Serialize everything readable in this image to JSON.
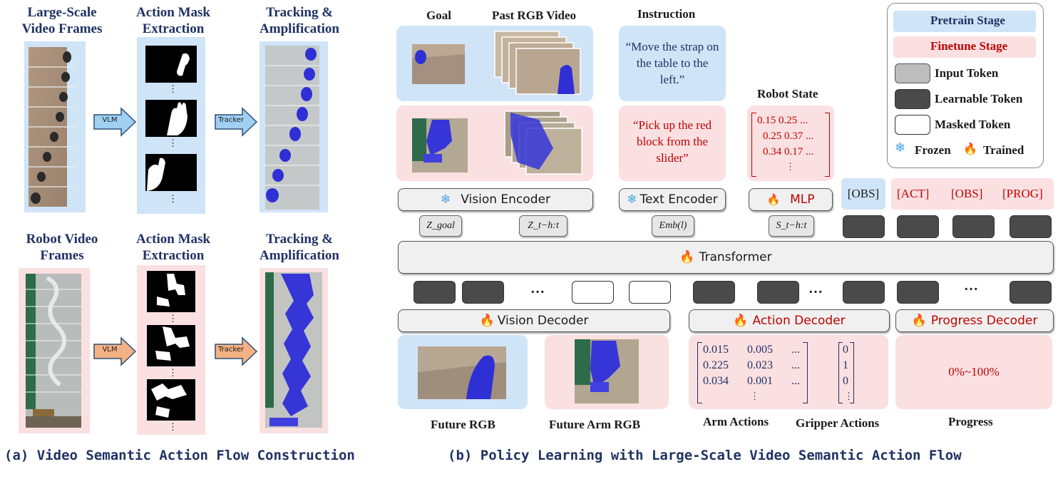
{
  "panel_a": {
    "caption": "(a) Video Semantic Action Flow Construction",
    "top": {
      "col1_title": "Large-Scale Video Frames",
      "col2_title": "Action Mask Extraction",
      "col3_title": "Tracking & Amplification",
      "arrow1_label": "VLM",
      "arrow2_label": "Tracker"
    },
    "bottom": {
      "col1_title": "Robot Video Frames",
      "col2_title": "Action Mask Extraction",
      "col3_title": "Tracking & Amplification",
      "arrow1_label": "VLM",
      "arrow2_label": "Tracker"
    },
    "vdots": "⋮"
  },
  "panel_b": {
    "caption": "(b) Policy Learning with Large-Scale Video Semantic Action Flow",
    "goal_label": "Goal",
    "past_video_label": "Past RGB Video",
    "instruction_label": "Instruction",
    "instruction_pretrain": "“Move the strap on the table to the left.”",
    "instruction_finetune": "“Pick up the red block from the slider”",
    "robot_state_label": "Robot State",
    "robot_state_rows": [
      "0.15 0.25 ...",
      "0.25 0.37 ...",
      "0.34 0.17 ...",
      "⋮"
    ],
    "vision_encoder": "Vision Encoder",
    "text_encoder": "Text Encoder",
    "mlp": "MLP",
    "z_goal": "Z_goal",
    "z_past": "Z_t−h:t",
    "emb": "Emb(l)",
    "s_state": "S_t−h:t",
    "obs_token": "[OBS]",
    "act_token": "[ACT]",
    "obs_token2": "[OBS]",
    "prog_token": "[PROG]",
    "transformer": "Transformer",
    "vision_decoder": "Vision Decoder",
    "action_decoder": "Action Decoder",
    "progress_decoder": "Progress Decoder",
    "ellipsis": "…",
    "arm_matrix": [
      [
        "0.015",
        "0.005",
        "..."
      ],
      [
        "0.225",
        "0.023",
        "..."
      ],
      [
        "0.034",
        "0.001",
        "..."
      ],
      [
        "⋮",
        "",
        ""
      ]
    ],
    "gripper_vector": [
      "0",
      "1",
      "0",
      "⋮"
    ],
    "progress_value": "0%~100%",
    "future_rgb_label": "Future RGB",
    "future_arm_label": "Future Arm RGB",
    "arm_actions_label": "Arm Actions",
    "gripper_actions_label": "Gripper Actions",
    "progress_label": "Progress"
  },
  "legend": {
    "pretrain": "Pretrain Stage",
    "finetune": "Finetune Stage",
    "input_token": "Input Token",
    "learnable_token": "Learnable Token",
    "masked_token": "Masked Token",
    "frozen": "Frozen",
    "trained": "Trained"
  },
  "colors": {
    "pretrain_bg": "#cfe4f7",
    "finetune_bg": "#fbe0e1",
    "navy": "#1f3264",
    "red": "#c00000",
    "flow_blue": "#2f2fd6"
  },
  "icons": {
    "snowflake": "❄",
    "fire": "🔥"
  }
}
